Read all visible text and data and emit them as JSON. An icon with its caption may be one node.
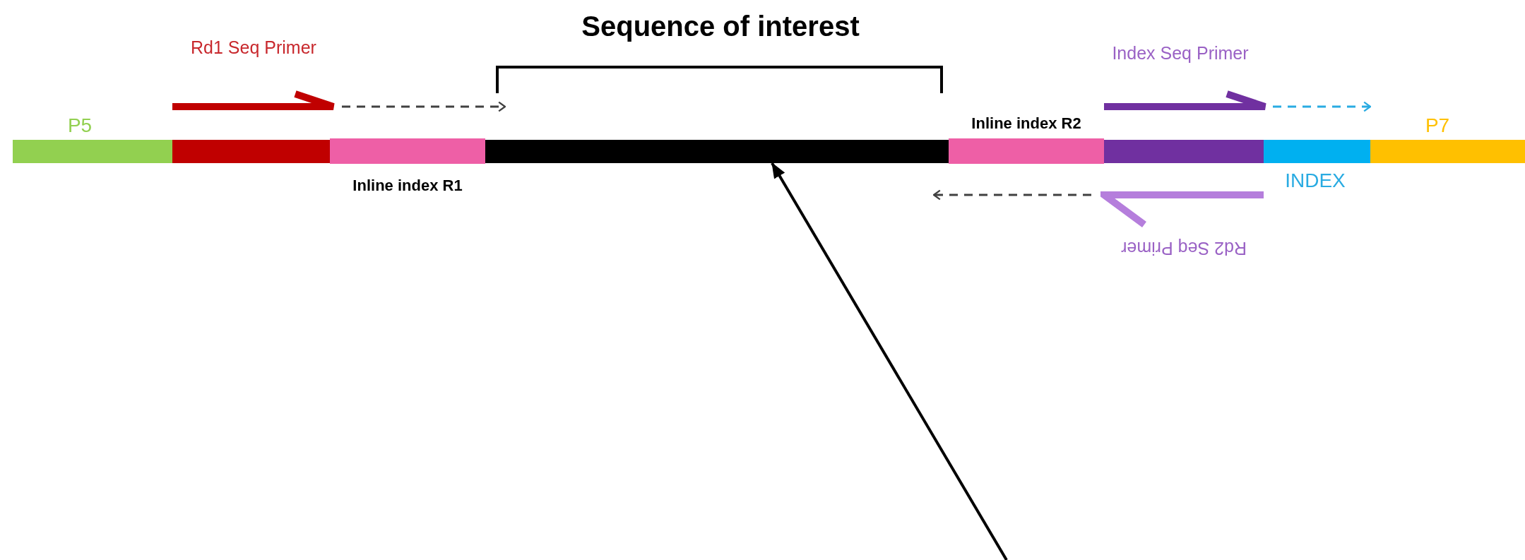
{
  "diagram": {
    "nodes": [
      {
        "text": [
          "P5"
        ]
      },
      {
        "text": [],
        "shape": "bar"
      },
      {
        "text": [
          "Inline index R1"
        ]
      },
      {
        "text": [],
        "shape": "bar"
      },
      {
        "text": [
          "Inline index R2"
        ]
      },
      {
        "text": [],
        "shape": "bar"
      },
      {
        "text": [
          "INDEX"
        ]
      },
      {
        "text": [
          "P7"
        ]
      },
      {
        "text": [
          "Rd1 Seq Primer"
        ]
      },
      {
        "text": [
          "Index Seq Primer"
        ]
      },
      {
        "text": [
          "Rd2 Seq Primer"
        ]
      }
    ],
    "edges": [
      {
        "from": 8,
        "to": 3,
        "arrow": "to",
        "style": "dashed"
      },
      {
        "from": 9,
        "to": 6,
        "arrow": "to",
        "style": "dashed",
        "color": "#29abe2"
      },
      {
        "from": 10,
        "to": 4,
        "arrow": "to",
        "style": "dashed"
      },
      {
        "from": null,
        "to": 3,
        "arrow": "to"
      }
    ],
    "labels": [
      "Sequence of interest"
    ]
  }
}
